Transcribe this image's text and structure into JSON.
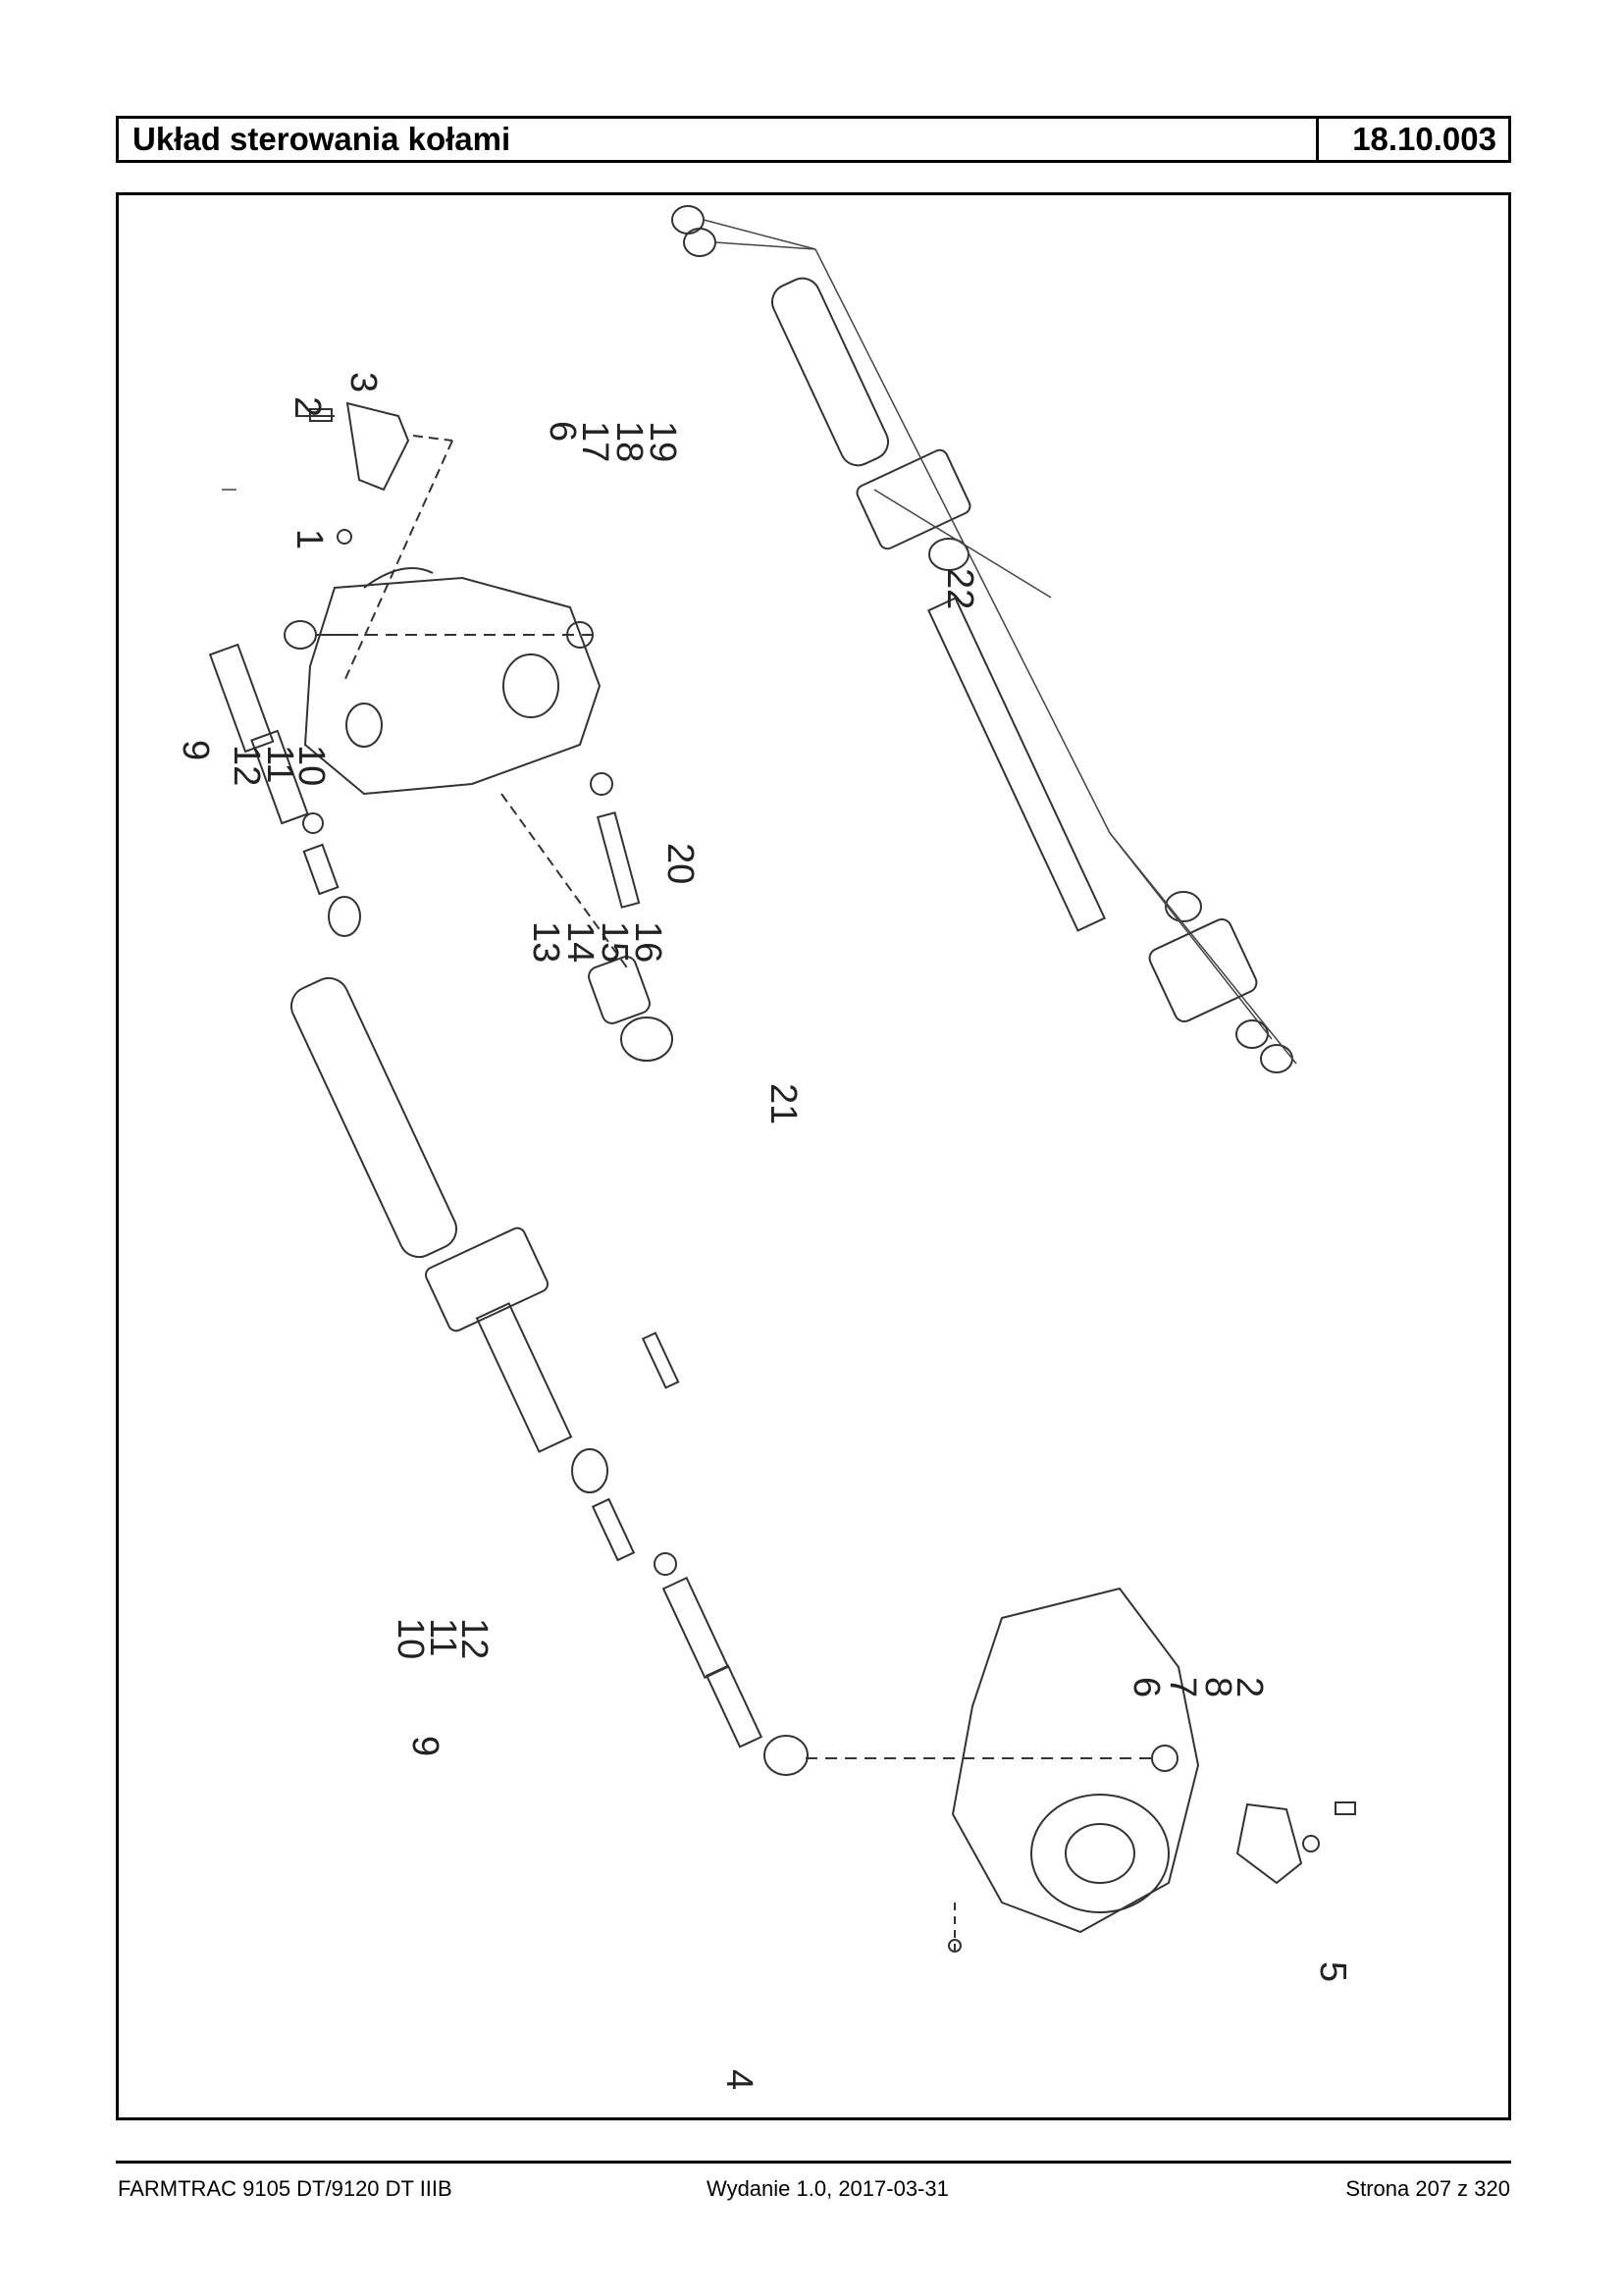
{
  "header": {
    "title": "Układ sterowania kołami",
    "code": "18.10.003"
  },
  "footer": {
    "left": "FARMTRAC 9105 DT/9120 DT IIIB",
    "middle": "Wydanie 1.0,  2017-03-31",
    "right": "Strona 207 z 320"
  },
  "callouts": {
    "c1": "1",
    "c2a": "2",
    "c3": "3",
    "c6a": "6",
    "c17": "17",
    "c18": "18",
    "c19": "19",
    "c12a": "12",
    "c11a": "11",
    "c10a": "10",
    "c9a": "9",
    "c13": "13",
    "c14": "14",
    "c15": "15",
    "c16": "16",
    "c22": "22",
    "c20": "20",
    "c21": "21",
    "c10b": "10",
    "c11b": "11",
    "c12b": "12",
    "c9b": "9",
    "c6b": "6",
    "c7": "7",
    "c8": "8",
    "c2b": "2",
    "c5": "5",
    "c4": "4"
  }
}
